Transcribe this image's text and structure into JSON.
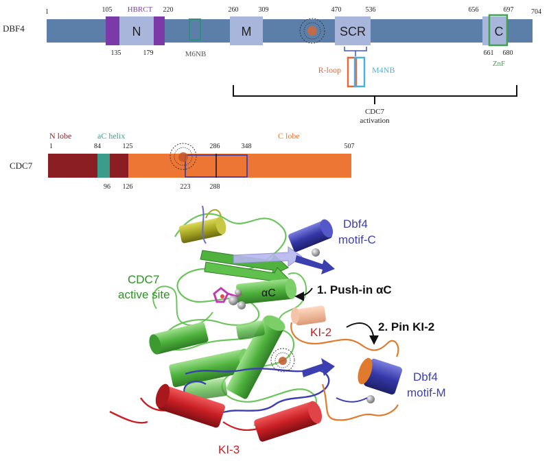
{
  "dbf4": {
    "name": "DBF4",
    "start": "1",
    "end": "704",
    "domains": {
      "N": {
        "label": "N",
        "start": "105",
        "end": "220",
        "inner_start": "135",
        "inner_end": "179",
        "group": "HBRCT"
      },
      "M6NB": {
        "label": "M6NB"
      },
      "M": {
        "label": "M",
        "start": "260",
        "end": "309"
      },
      "SCR": {
        "label": "SCR",
        "start": "470",
        "end": "536"
      },
      "C": {
        "label": "C",
        "start": "656",
        "end": "697",
        "inner_start": "661",
        "inner_end": "680",
        "group": "ZnF"
      }
    },
    "r_loop": "R-loop",
    "m4nb": "M4NB",
    "activation_line1": "CDC7",
    "activation_line2": "activation"
  },
  "cdc7": {
    "name": "CDC7",
    "start": "1",
    "end": "507",
    "n_lobe": "N lobe",
    "ac_helix": "aC helix",
    "c_lobe": "C lobe",
    "nums": {
      "a84": "84",
      "a125": "125",
      "a286": "286",
      "a348": "348",
      "b96": "96",
      "b126": "126",
      "b223": "223",
      "b288": "288"
    }
  },
  "structure": {
    "dbf4_motif_c_1": "Dbf4",
    "dbf4_motif_c_2": "motif-C",
    "active_site_1": "CDC7",
    "active_site_2": "active site",
    "alpha_c": "αC",
    "push_in": "1. Push-in αC",
    "pin": "2. Pin KI-2",
    "ki2": "KI-2",
    "dbf4_motif_m_1": "Dbf4",
    "dbf4_motif_m_2": "motif-M",
    "ki3": "KI-3"
  },
  "colors": {
    "dbf4_bar": "#5b7fa8",
    "domain_box": "#a9b6dc",
    "hbrct": "#7b3aa8",
    "znf": "#3fa24a",
    "m6nb": "#2e8f7a",
    "cdc7_nlobe": "#8b1e23",
    "cdc7_clobe": "#ee7634",
    "ac_helix": "#3b9c8c",
    "r_loop": "#e8663a",
    "m4nb": "#4bb0e0",
    "cdc7_green": "#5bbf4a",
    "dbf4_blue": "#3c3fb0",
    "ki3_red": "#cc1d22",
    "ki2_orange": "#e07a2c"
  }
}
